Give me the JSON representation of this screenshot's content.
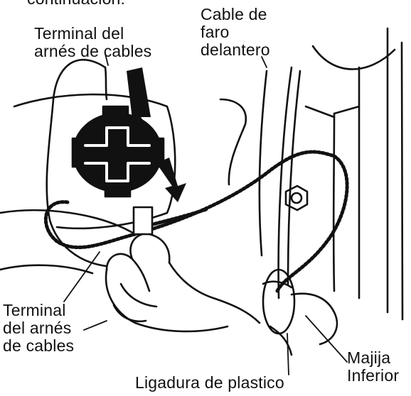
{
  "labels": {
    "top_cut": "continuación:",
    "harness_terminal_top": [
      "Terminal del",
      "arnés de cables"
    ],
    "headlight_cable": [
      "Cable de",
      "faro",
      "delantero"
    ],
    "harness_terminal_bottom": [
      "Terminal",
      "del arnés",
      "de cables"
    ],
    "plastic_tie": "Ligadura de plastico",
    "lower_bracket": [
      "Majija",
      "Inferior"
    ]
  },
  "colors": {
    "ink": "#111111",
    "paper": "#ffffff"
  }
}
